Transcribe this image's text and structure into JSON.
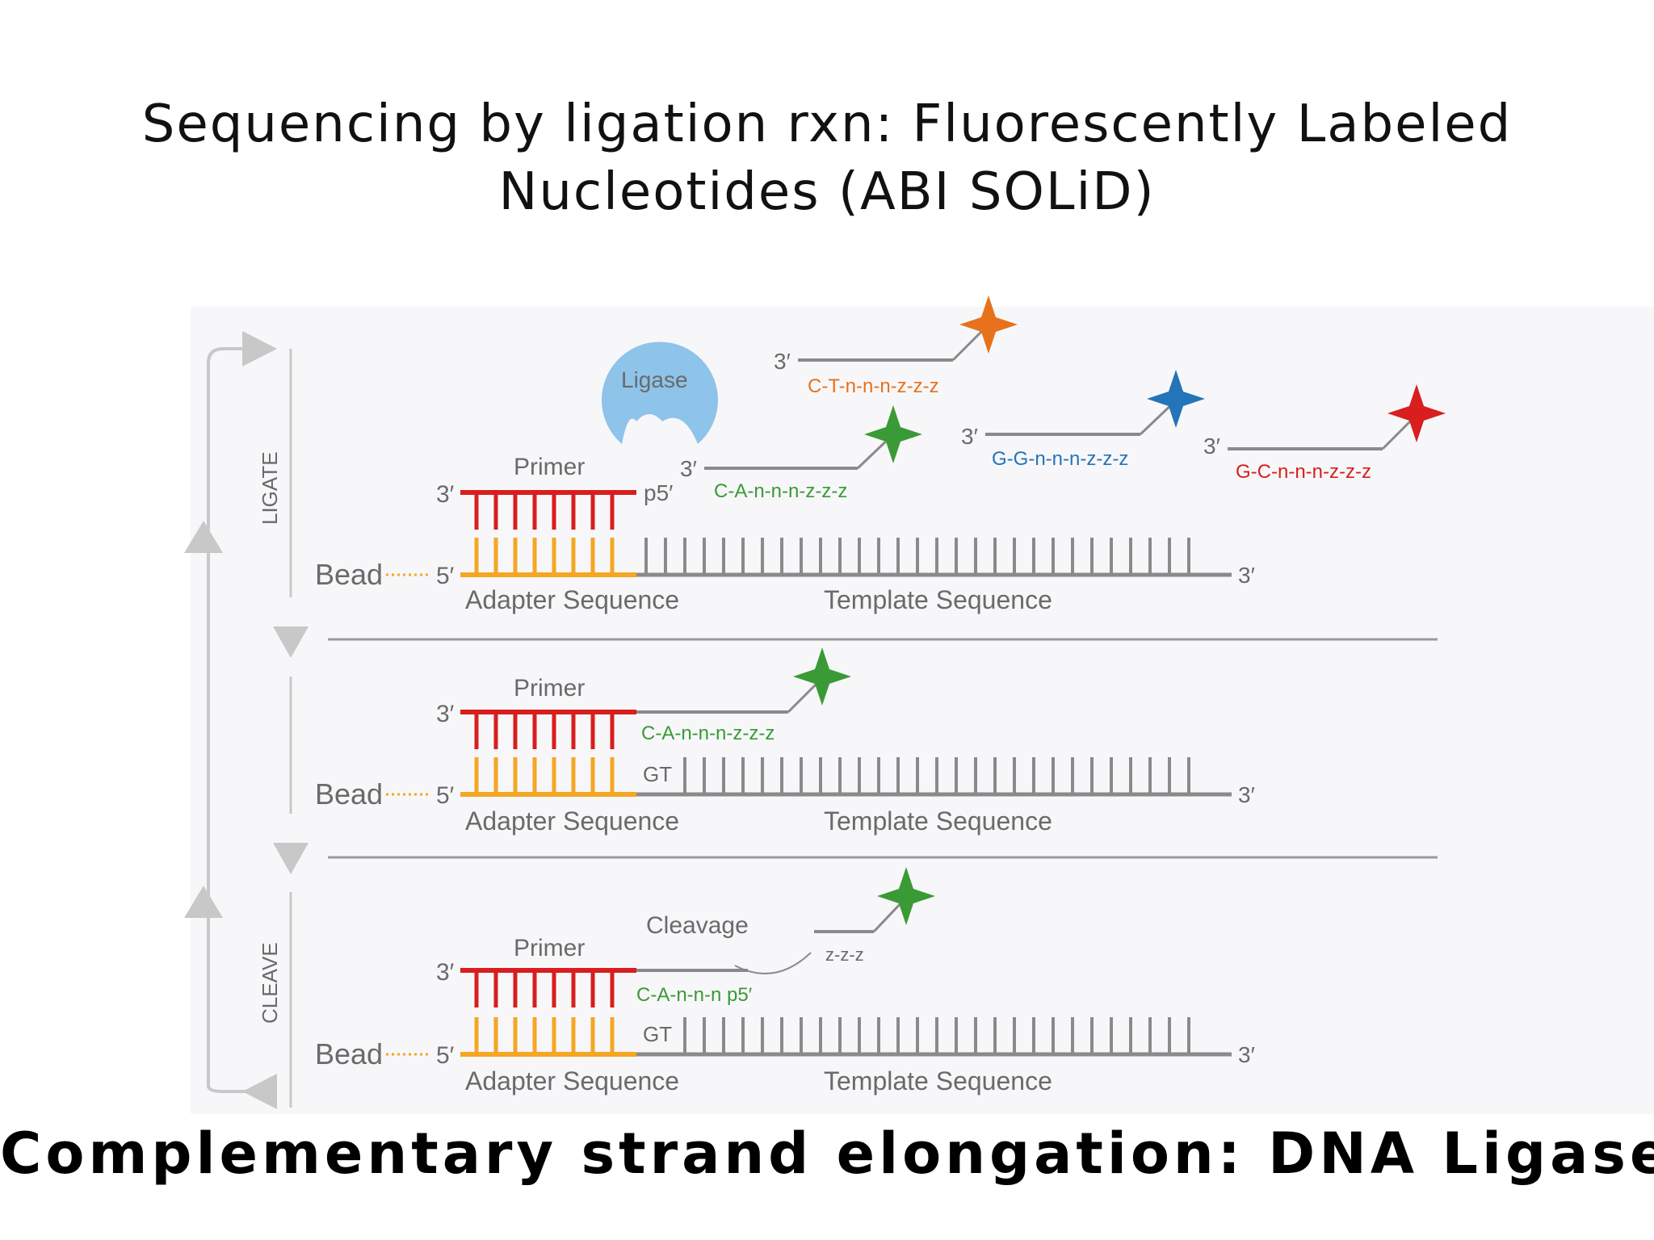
{
  "title": {
    "line1": "Sequencing by ligation rxn: Fluorescently Labeled",
    "line2": "Nucleotides (ABI SOLiD)"
  },
  "caption": "Complementary strand elongation: DNA Ligase",
  "diagram": {
    "side_labels": {
      "ligate": "LIGATE",
      "cleave": "CLEAVE"
    },
    "common": {
      "bead": "Bead",
      "five_prime": "5′",
      "three_prime": "3′",
      "primer": "Primer",
      "adapter": "Adapter Sequence",
      "template": "Template  Sequence",
      "p5": "p5′"
    },
    "ligase": "Ligase",
    "probes": [
      {
        "seq": "C-T-n-n-n-z-z-z",
        "color": "#e8711c"
      },
      {
        "seq": "C-A-n-n-n-z-z-z",
        "color": "#3a9a35"
      },
      {
        "seq": "G-G-n-n-n-z-z-z",
        "color": "#2374b8"
      },
      {
        "seq": "G-C-n-n-n-z-z-z",
        "color": "#d81e1e"
      }
    ],
    "panel2": {
      "probe": "C-A-n-n-n-z-z-z",
      "gt": "GT"
    },
    "panel3": {
      "probe": "C-A-n-n-n p5′",
      "gt": "GT",
      "cleavage": "Cleavage",
      "cleaved": "z-z-z"
    },
    "colors": {
      "primer_red": "#d81e1e",
      "adapter_orange": "#f5a623",
      "template_gray": "#8a8a8a",
      "ligase_blue": "#8ec3ea",
      "arrow_gray": "#c8c8c8"
    }
  }
}
